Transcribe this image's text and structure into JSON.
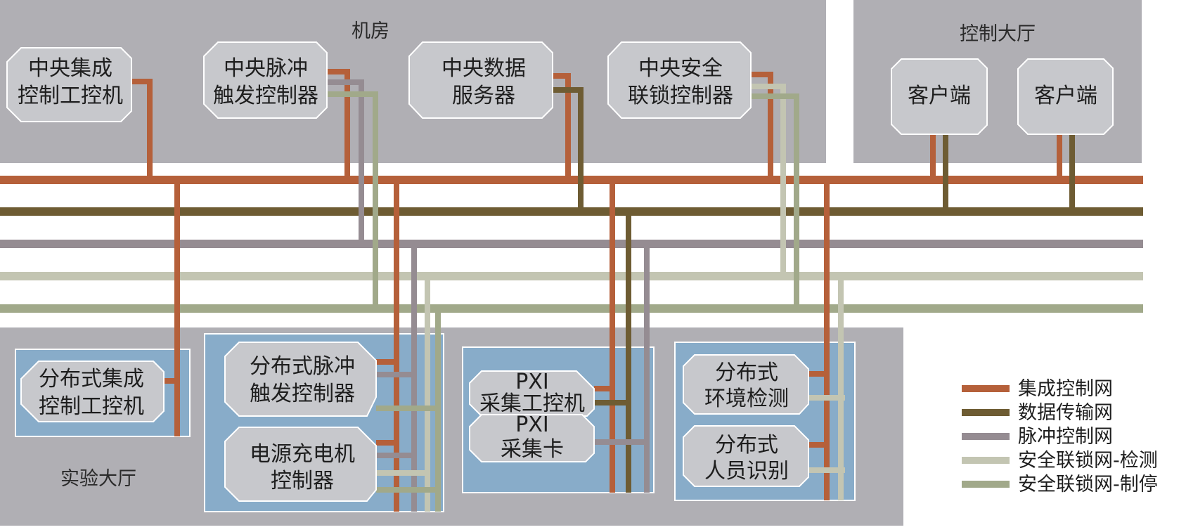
{
  "regions": {
    "machine_room": "机房",
    "control_hall": "控制大厅",
    "experiment_hall": "实验大厅"
  },
  "nodes": {
    "central_integrated": [
      "中央集成",
      "控制工控机"
    ],
    "central_pulse": [
      "中央脉冲",
      "触发控制器"
    ],
    "central_data": [
      "中央数据",
      "服务器"
    ],
    "central_safety": [
      "中央安全",
      "联锁控制器"
    ],
    "client_1": [
      "客户端"
    ],
    "client_2": [
      "客户端"
    ],
    "dist_integrated": [
      "分布式集成",
      "控制工控机"
    ],
    "dist_pulse": [
      "分布式脉冲",
      "触发控制器"
    ],
    "power_charger": [
      "电源充电机",
      "控制器"
    ],
    "pxi_ipc": [
      "PXI",
      "采集工控机"
    ],
    "pxi_card": [
      "PXI",
      "采集卡"
    ],
    "env_detect": [
      "分布式",
      "环境检测"
    ],
    "person_id": [
      "分布式",
      "人员识别"
    ]
  },
  "networks": [
    {
      "id": "integrated",
      "label": "集成控制网",
      "color": "#b5603a"
    },
    {
      "id": "data",
      "label": "数据传输网",
      "color": "#6e5c33"
    },
    {
      "id": "pulse",
      "label": "脉冲控制网",
      "color": "#958c92"
    },
    {
      "id": "safety_detect",
      "label": "安全联锁网-检测",
      "color": "#c3c5b2"
    },
    {
      "id": "safety_stop",
      "label": "安全联锁网-制停",
      "color": "#a1a98a"
    }
  ]
}
